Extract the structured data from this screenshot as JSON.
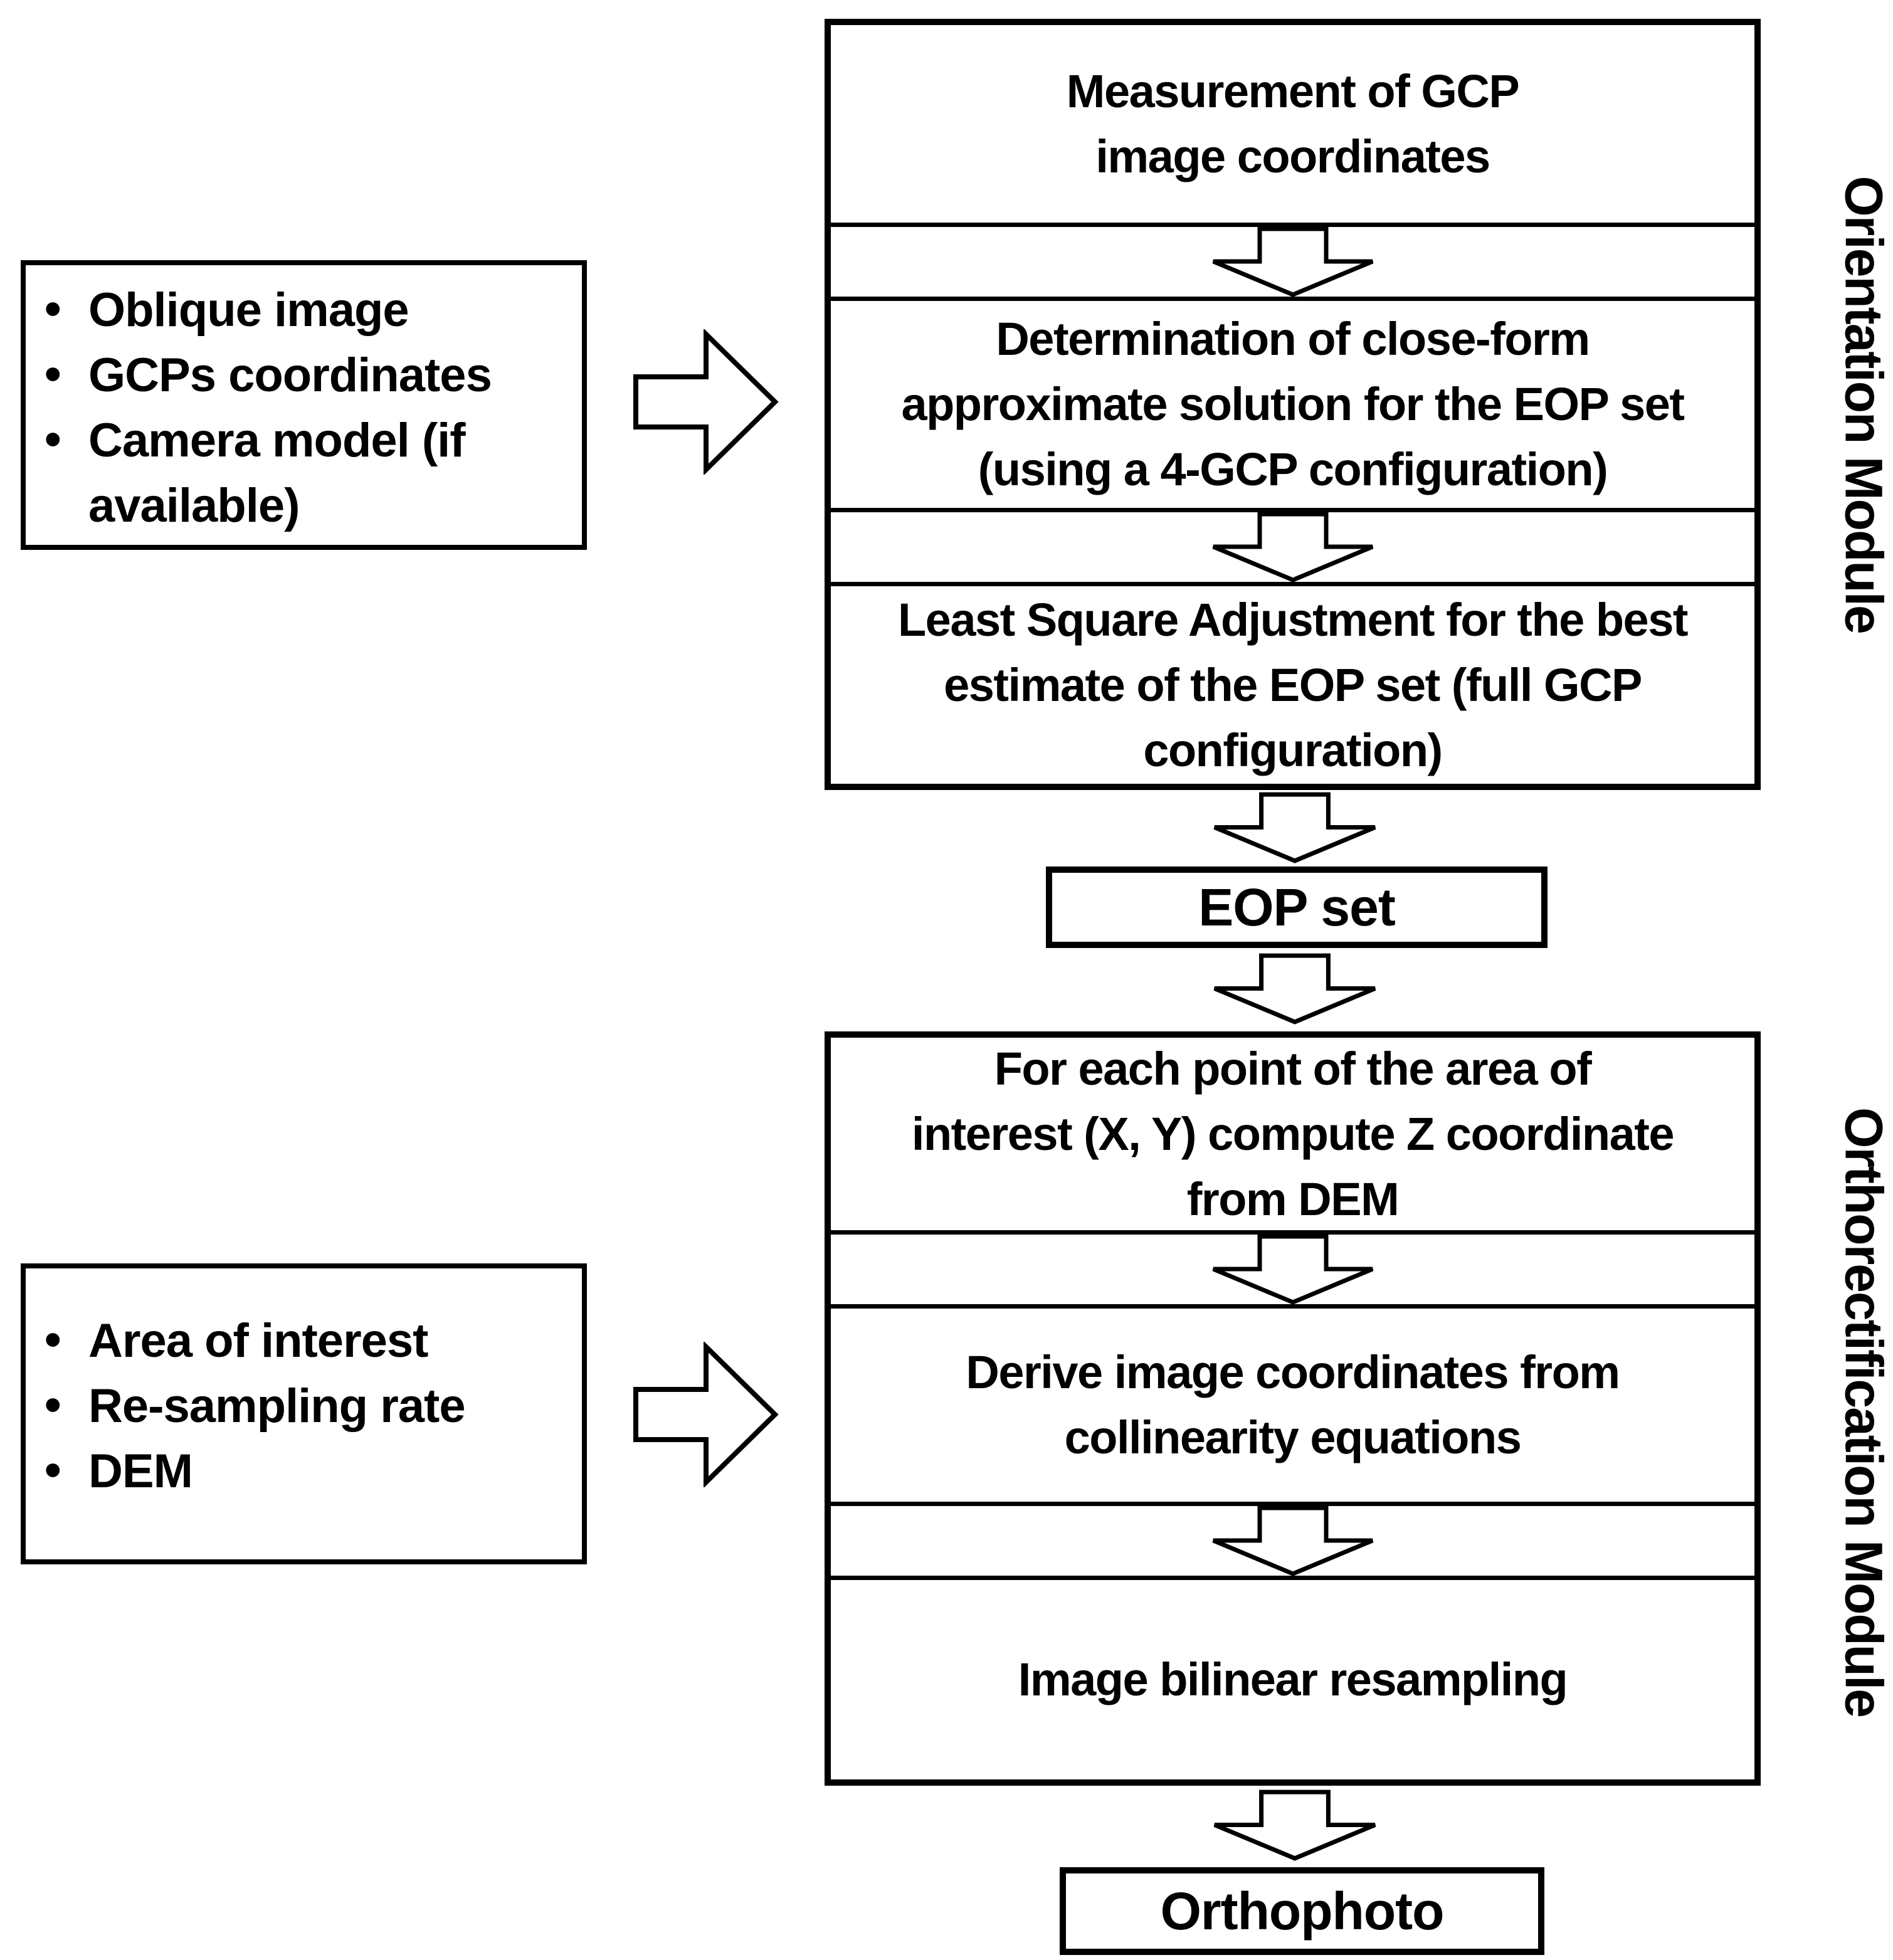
{
  "colors": {
    "ink": "#000000",
    "paper": "#ffffff"
  },
  "inputs": [
    {
      "items": [
        "Oblique image",
        "GCPs coordinates",
        "Camera model (if available)"
      ]
    },
    {
      "items": [
        "Area of interest",
        "Re-sampling rate",
        "DEM"
      ]
    }
  ],
  "orientation": {
    "label": "Orientation Module",
    "steps": [
      "Measurement of GCP\nimage coordinates",
      "Determination of close-form\napproximate solution for the EOP set\n(using a 4-GCP configuration)",
      "Least Square Adjustment for the best\nestimate of the EOP set (full GCP\nconfiguration)"
    ],
    "result": "EOP set"
  },
  "orthorectification": {
    "label": "Orthorectification Module",
    "steps": [
      "For each point of the area of\ninterest (X, Y) compute Z coordinate\nfrom DEM",
      "Derive image coordinates from\ncollinearity equations",
      "Image bilinear resampling"
    ],
    "result": "Orthophoto"
  }
}
